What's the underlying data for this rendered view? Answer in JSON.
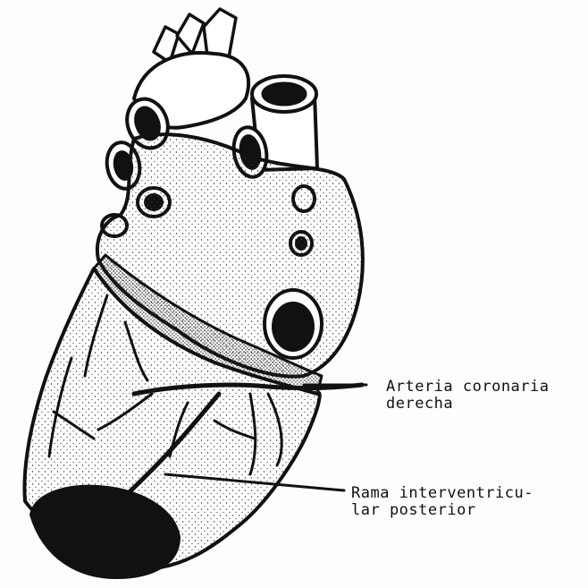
{
  "labels": {
    "coronary": {
      "line1": "Arteria coronaria",
      "line2": "derecha"
    },
    "interventricular": {
      "line1": "Rama interventricu-",
      "line2": "lar posterior"
    }
  },
  "colors": {
    "ink": "#111111",
    "paper": "#fdfdfb"
  }
}
